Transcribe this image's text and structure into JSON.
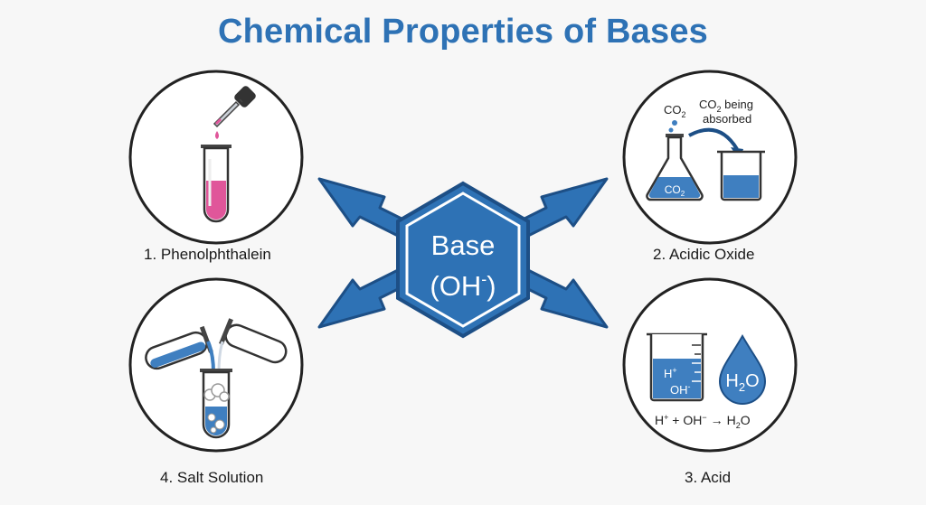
{
  "title": "Chemical Properties of Bases",
  "center": {
    "line1": "Base",
    "line2_main": "(OH",
    "line2_sup": "-",
    "line2_end": ")"
  },
  "panels": [
    {
      "label": "1. Phenolphthalein"
    },
    {
      "label": "2. Acidic Oxide",
      "co2_base": "CO",
      "co2_sub": "2",
      "absorbed_l1_base": "CO",
      "absorbed_l1_sub": "2",
      "absorbed_l1_rest": " being",
      "absorbed_l2": "absorbed",
      "flask_co2_base": "CO",
      "flask_co2_sub": "2"
    },
    {
      "label": "3. Acid",
      "beaker_h": "H",
      "beaker_h_sup": "+",
      "beaker_oh": "OH",
      "beaker_oh_sup": "-",
      "drop_h": "H",
      "drop_sub": "2",
      "drop_o": "O",
      "eq_h": "H",
      "eq_h_sup": "+",
      "eq_plus": " + OH",
      "eq_oh_sup": "−",
      "eq_arrow": "→",
      "eq_h2": "H",
      "eq_h2_sub": "2",
      "eq_o": "O"
    },
    {
      "label": "4. Salt Solution"
    }
  ],
  "colors": {
    "accent": "#2e72b5",
    "dark": "#1d4f86",
    "pink": "#e0569a",
    "fill": "#3f7fc0"
  }
}
